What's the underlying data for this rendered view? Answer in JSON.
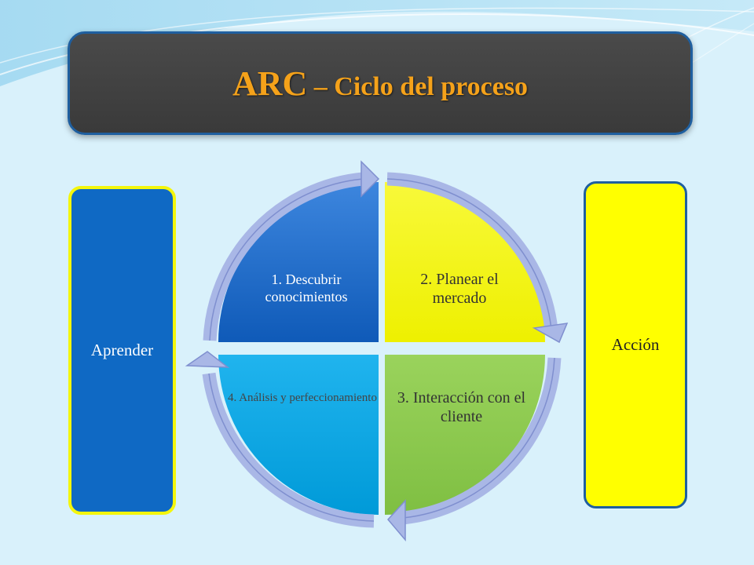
{
  "header": {
    "title_main": "ARC",
    "title_sub": " – Ciclo del proceso"
  },
  "side_left": {
    "label": "Aprender"
  },
  "side_right": {
    "label": "Acción"
  },
  "cycle": {
    "quadrants": [
      {
        "label": "1. Descubrir conocimientos",
        "color": "#1767c9"
      },
      {
        "label": "2. Planear el mercado",
        "color": "#f4f500"
      },
      {
        "label": "3. Interacción con el cliente",
        "color": "#8dc94e"
      },
      {
        "label": "4. Análisis y perfeccionamiento",
        "color": "#00a8e6"
      }
    ],
    "arrow_color": "#a9b7e6"
  },
  "colors": {
    "background": "#d9f1fb",
    "title_background": "#404040",
    "title_text": "#f5a21a",
    "title_border": "#1f5f9f"
  }
}
